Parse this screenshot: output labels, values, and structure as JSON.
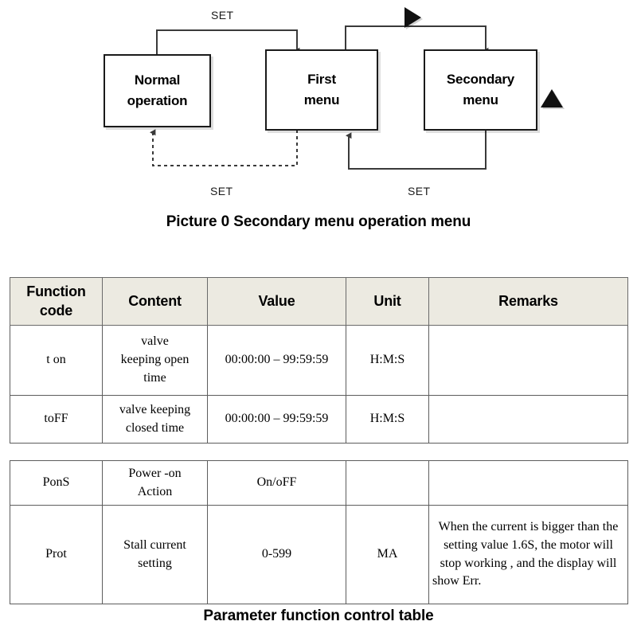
{
  "diagram": {
    "caption": "Picture 0 Secondary menu operation menu",
    "boxes": [
      {
        "id": "normal-operation",
        "line1": "Normal",
        "line2": "operation"
      },
      {
        "id": "first-menu",
        "line1": "First",
        "line2": "menu"
      },
      {
        "id": "secondary-menu",
        "line1": "Secondary",
        "line2": "menu"
      }
    ],
    "edge_labels": {
      "top_set": "SET",
      "bottom_left_set": "SET",
      "bottom_right_set": "SET"
    },
    "markers": {
      "right_triangle": "right-triangle-key",
      "up_triangle": "up-triangle-key"
    },
    "colors": {
      "stroke": "#1a1a1a",
      "box_fill": "#ffffff",
      "marker_fill": "#111111"
    }
  },
  "table": {
    "caption": "Parameter function control table",
    "header_background": "#eceae1",
    "columns": [
      {
        "key": "code",
        "label": "Function\ncode"
      },
      {
        "key": "content",
        "label": "Content"
      },
      {
        "key": "value",
        "label": "Value"
      },
      {
        "key": "unit",
        "label": "Unit"
      },
      {
        "key": "remarks",
        "label": "Remarks"
      }
    ],
    "header_labels": {
      "code_line1": "Function",
      "code_line2": "code",
      "content": "Content",
      "value": "Value",
      "unit": "Unit",
      "remarks": "Remarks"
    },
    "block_one_rows": [
      {
        "code": "t on",
        "content_line1": "valve",
        "content_line2": "keeping open",
        "content_line3": "time",
        "value": "00:00:00 – 99:59:59",
        "unit": "H:M:S",
        "remarks": ""
      },
      {
        "code": "toFF",
        "content_line1": "valve keeping",
        "content_line2": "closed time",
        "content_line3": "",
        "value": "00:00:00 – 99:59:59",
        "unit": "H:M:S",
        "remarks": ""
      }
    ],
    "block_two_rows": [
      {
        "code": "PonS",
        "content_line1": "Power -on",
        "content_line2": "Action",
        "content_line3": "",
        "value": "On/oFF",
        "unit": "",
        "remarks": ""
      },
      {
        "code": "Prot",
        "content_line1": "Stall current",
        "content_line2": "setting",
        "content_line3": "",
        "value": "0-599",
        "unit": "MA",
        "remarks": "When the current is bigger than the setting value 1.6S, the motor will stop working , and the display will show Err."
      }
    ]
  }
}
